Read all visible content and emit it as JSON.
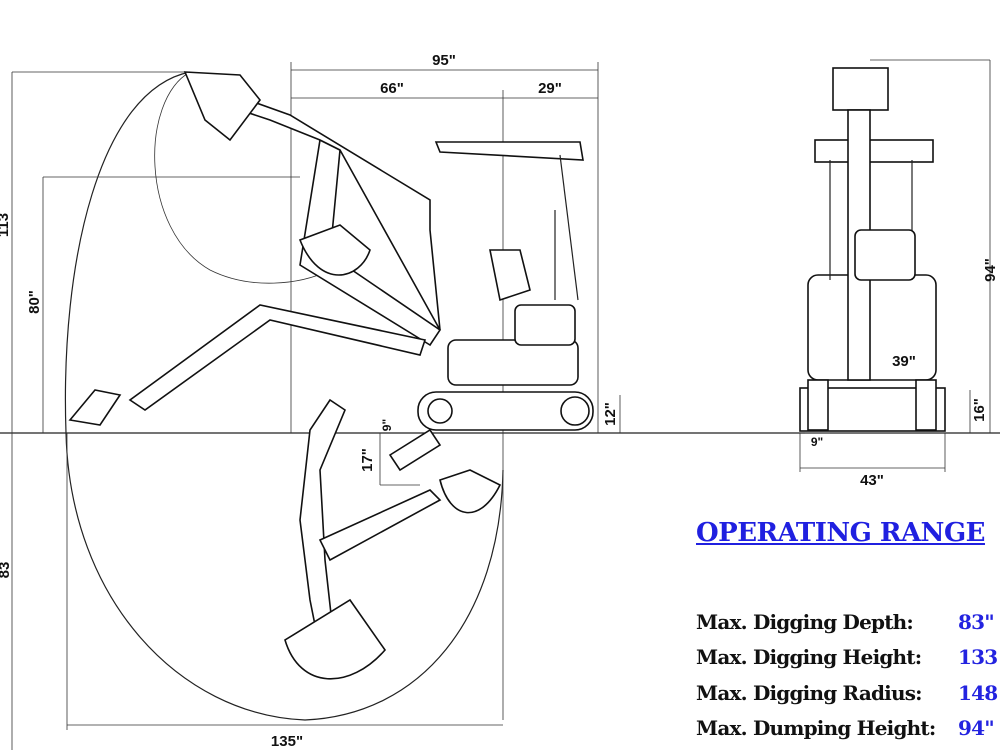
{
  "dimensions": {
    "overall_length": "95\"",
    "front_length": "66\"",
    "rear_length": "29\"",
    "max_height_left": "113",
    "height_80": "80\"",
    "depth_left": "83",
    "reach_bottom": "135\"",
    "track_height": "12\"",
    "ground_clearance": "9\"",
    "blade_depth": "17\"",
    "front_height": "94\"",
    "track_gauge": "39\"",
    "track_height_front": "16\"",
    "track_width": "9\"",
    "overall_width": "43\""
  },
  "operating_range": {
    "title": "OPERATING RANGE",
    "specs": [
      {
        "label": "Max. Digging Depth:",
        "value": "83\""
      },
      {
        "label": "Max. Digging Height:",
        "value": "133"
      },
      {
        "label": "Max. Digging Radius:",
        "value": "148"
      },
      {
        "label": "Max. Dumping Height:",
        "value": "94\""
      }
    ],
    "accent_color": "#2323e0"
  }
}
